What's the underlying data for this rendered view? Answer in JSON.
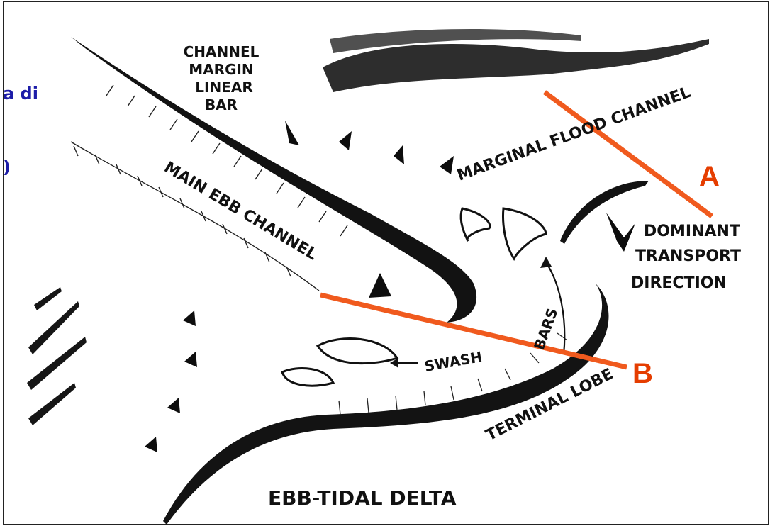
{
  "side_text": {
    "line1": "a di",
    "line2": ")"
  },
  "labels": {
    "channel_margin_linear_bar": [
      "CHANNEL",
      "MARGIN",
      "LINEAR",
      "BAR"
    ],
    "marginal_flood_channel": "MARGINAL FLOOD CHANNEL",
    "main_ebb_channel": "MAIN EBB CHANNEL",
    "dominant_transport_direction": [
      "DOMINANT",
      "TRANSPORT",
      "DIRECTION"
    ],
    "swash_bars_1": "SWASH",
    "swash_bars_2": "BARS",
    "terminal_lobe": "TERMINAL LOBE",
    "ebb_tidal_delta": "EBB-TIDAL DELTA",
    "section_a": "A",
    "section_b": "B"
  },
  "colors": {
    "section_line": "#f05a1e",
    "section_text": "#e53d00",
    "side_text": "#1c1ca8",
    "ink": "#111111"
  }
}
